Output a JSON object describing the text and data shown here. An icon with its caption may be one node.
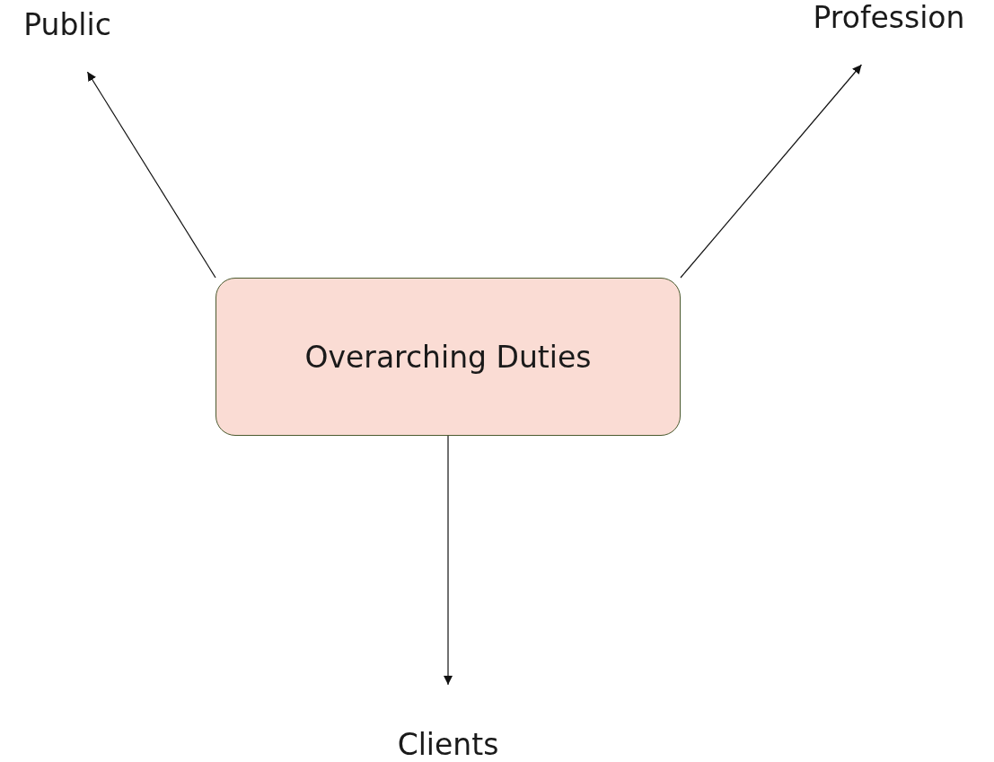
{
  "diagram": {
    "nodes": [
      {
        "text": [
          "Overarching Duties"
        ]
      },
      {
        "text": [
          "Public"
        ]
      },
      {
        "text": [
          "Profession"
        ]
      },
      {
        "text": [
          "Clients"
        ]
      }
    ],
    "edges": [
      {
        "from": 0,
        "to": 1,
        "arrow": "to"
      },
      {
        "from": 0,
        "to": 2,
        "arrow": "to"
      },
      {
        "from": 0,
        "to": 3,
        "arrow": "to"
      }
    ]
  }
}
